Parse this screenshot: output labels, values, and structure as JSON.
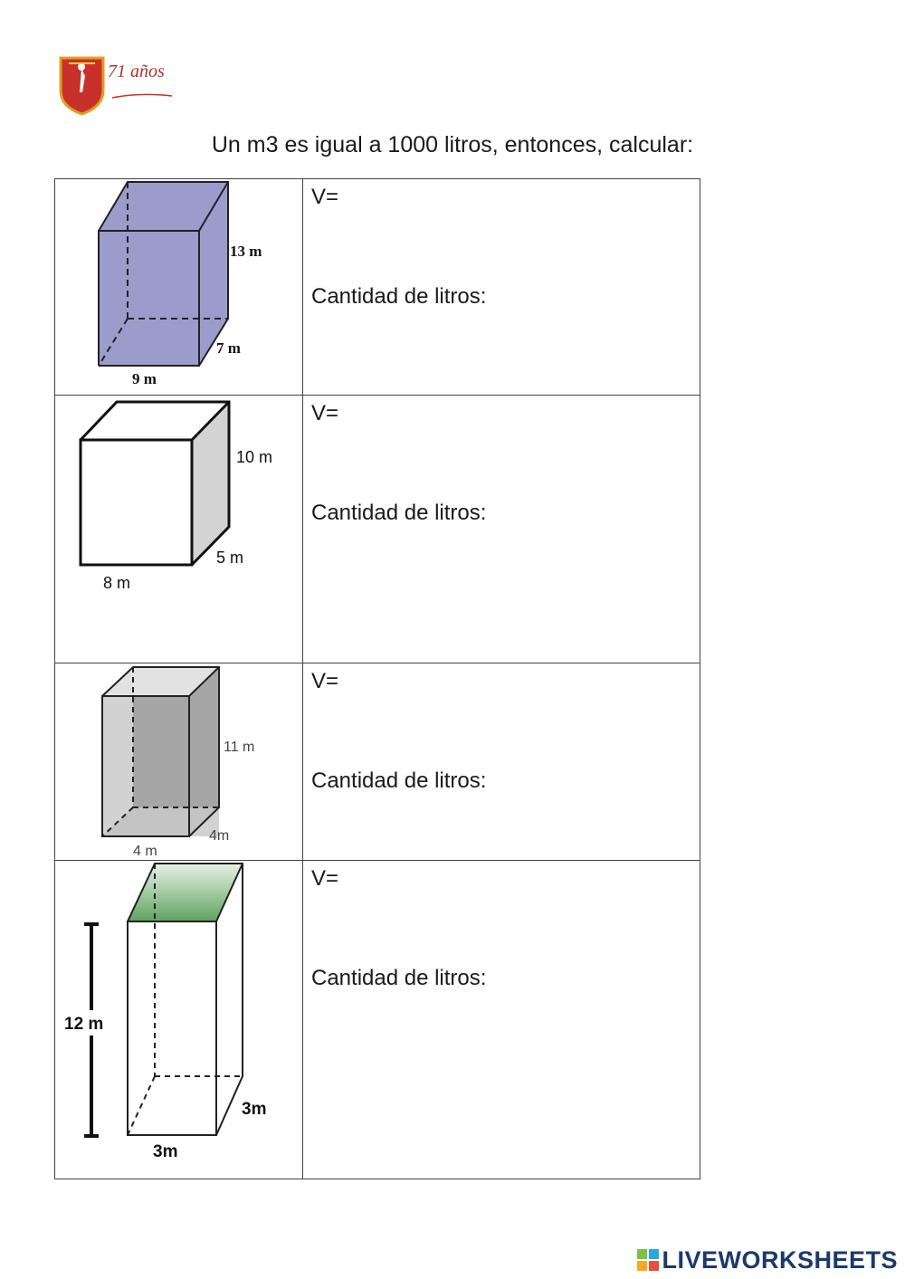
{
  "logo": {
    "caption": "71 años",
    "icon": "school-crest-icon"
  },
  "title": "Un m3 es igual a 1000 litros, entonces, calcular:",
  "rows": [
    {
      "volume_label": "V=",
      "liters_label": "Cantidad de litros:",
      "dims": {
        "height": "13 m",
        "depth": "7 m",
        "width": "9 m"
      }
    },
    {
      "volume_label": "V=",
      "liters_label": "Cantidad de litros:",
      "dims": {
        "height": "10 m",
        "depth": "5 m",
        "width": "8 m"
      }
    },
    {
      "volume_label": "V=",
      "liters_label": "Cantidad de litros:",
      "dims": {
        "height": "11 m",
        "depth": "4m",
        "width": "4 m"
      }
    },
    {
      "volume_label": "V=",
      "liters_label": "Cantidad de litros:",
      "dims": {
        "height": "12 m",
        "depth": "3m",
        "width": "3m"
      }
    }
  ],
  "branding": {
    "text": "LIVEWORKSHEETS",
    "icon": "liveworksheets-logo-icon"
  },
  "colors": {
    "prism1": "#9c9ccc",
    "prism3_back": "#a8a8a8",
    "prism3_side": "#d0d0d0",
    "prism4_top": "#5fa35f",
    "brand": "#1b3a6b",
    "logo_red": "#c8312b"
  }
}
